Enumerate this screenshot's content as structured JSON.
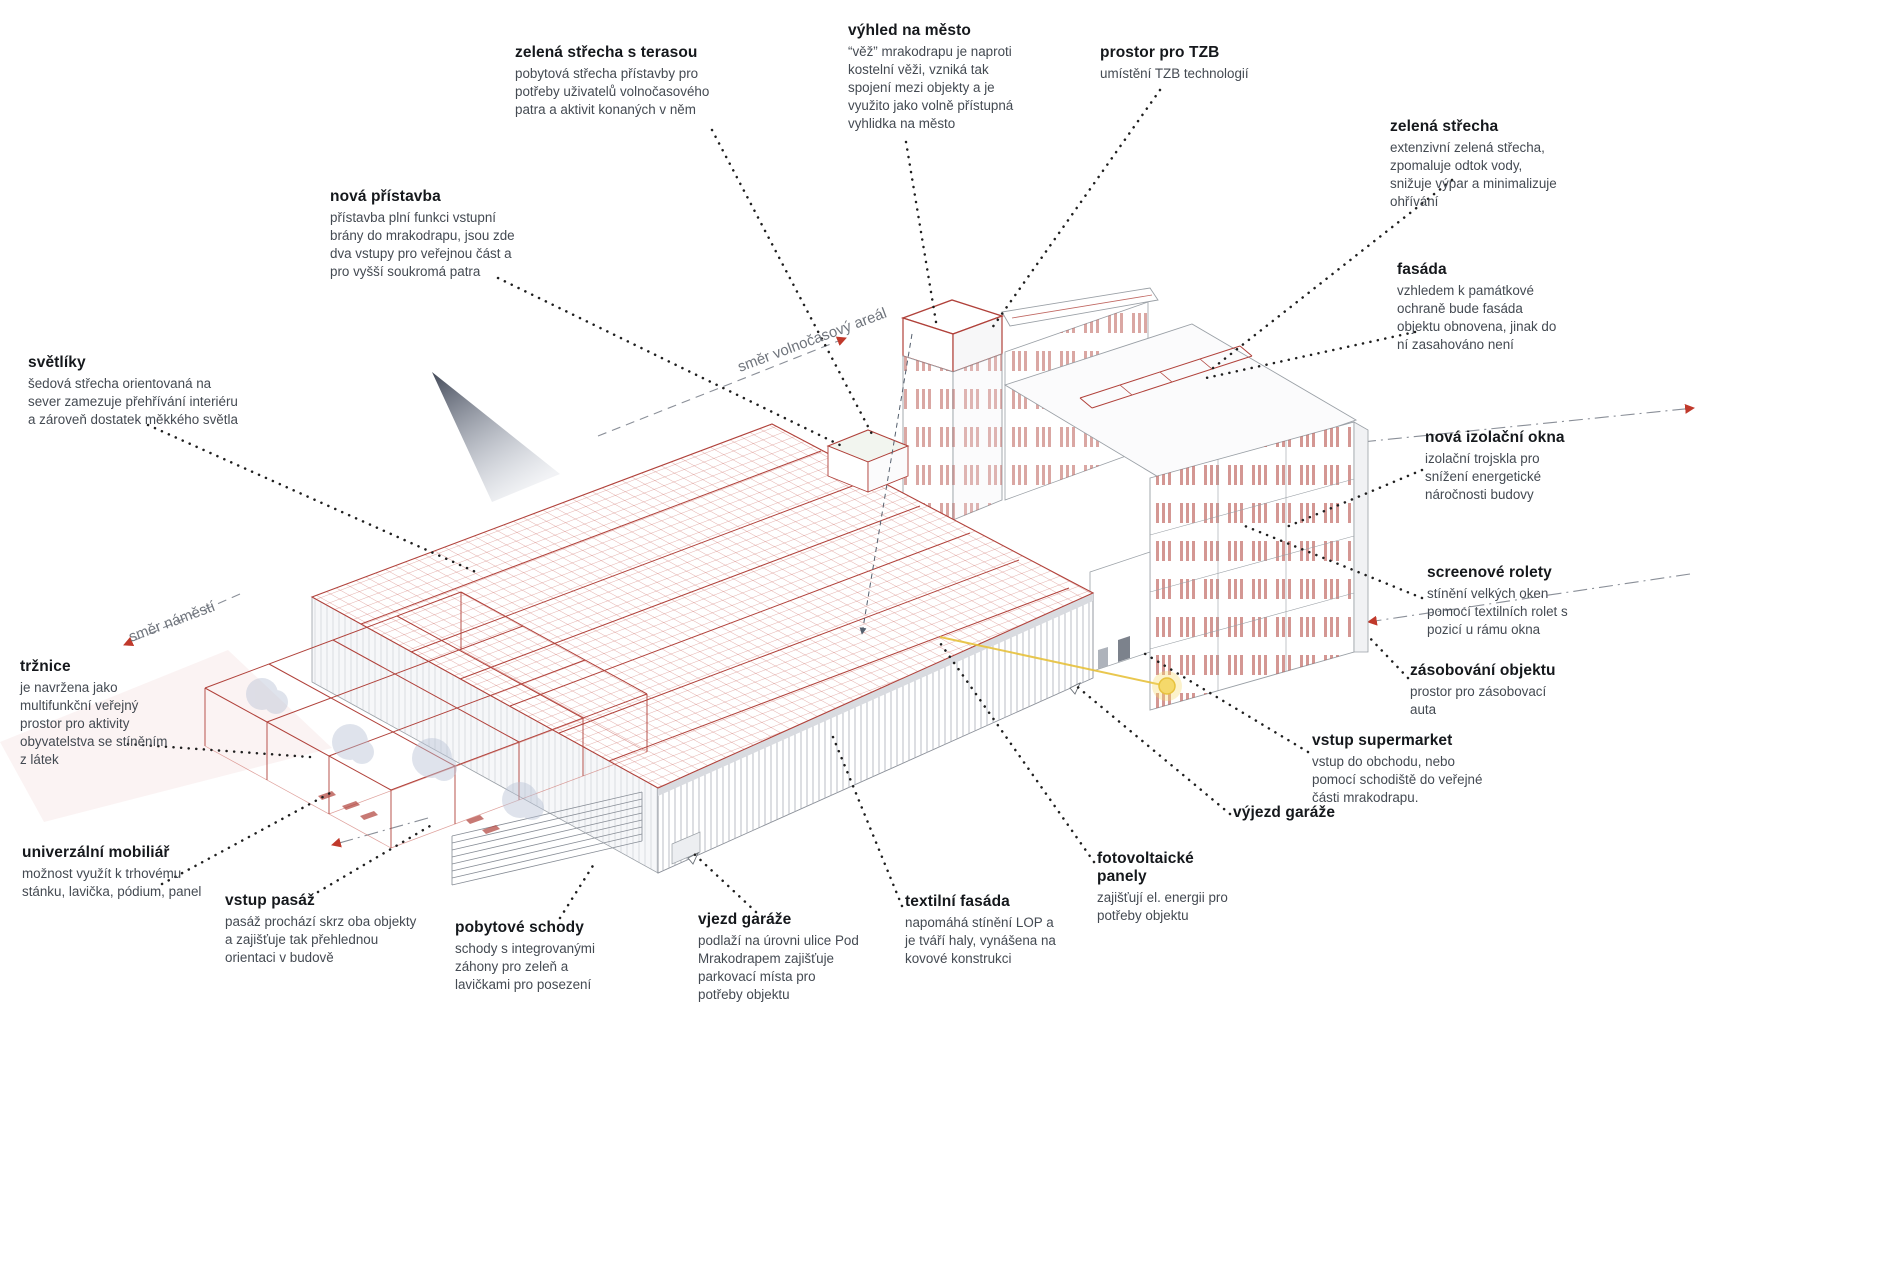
{
  "diagram": {
    "direction_labels": {
      "volnocasovy": "směr volnočasový areál",
      "namesti": "směr náměstí"
    },
    "accent_colors": {
      "structure_red": "#b0413a",
      "arrow_red": "#c0392b",
      "leader_black": "#1f1f1f",
      "sun_yellow": "#e7c23c",
      "outline_gray": "#9aa0a6"
    }
  },
  "annotations": {
    "svetliky": {
      "title": "světlíky",
      "body": "šedová střecha orientovaná na sever zamezuje přehřívání interiéru a zároveň dostatek měkkého světla"
    },
    "nova_pristavba": {
      "title": "nová přístavba",
      "body": "přístavba plní funkci vstupní brány do mrakodrapu, jsou zde dva vstupy pro veřejnou část a pro vyšší soukromá patra"
    },
    "zelena_strecha_terasa": {
      "title": "zelená střecha s terasou",
      "body": "pobytová střecha přístavby pro potřeby uživatelů volnočasového patra a aktivit konaných v něm"
    },
    "vyhled_na_mesto": {
      "title": "výhled na město",
      "body": "“věž” mrakodrapu je naproti kostelní věži, vzniká tak spojení mezi objekty a je využito jako volně přístupná vyhlidka na město"
    },
    "prostor_tzb": {
      "title": "prostor pro TZB",
      "body": "umístění TZB technologií"
    },
    "zelena_strecha": {
      "title": "zelená střecha",
      "body": "extenzivní zelená střecha, zpomaluje odtok vody, snižuje výpar a minimalizuje ohřívání"
    },
    "fasada": {
      "title": "fasáda",
      "body": "vzhledem k památkové ochraně bude fasáda objektu obnovena, jinak do ní zasahováno není"
    },
    "nova_izolacni_okna": {
      "title": "nová izolační okna",
      "body": "izolační trojskla pro snížení energetické náročnosti budovy"
    },
    "screenove_rolety": {
      "title": "screenové rolety",
      "body": "stínění velkých oken pomocí textilních rolet s pozicí u rámu okna"
    },
    "zasobovani": {
      "title": "zásobování objektu",
      "body": "prostor pro zásobovací auta"
    },
    "vstup_supermarket": {
      "title": "vstup supermarket",
      "body": "vstup do obchodu, nebo pomocí schodiště do veřejné části mrakodrapu."
    },
    "vyjezd_garaze": {
      "title": "výjezd garáže",
      "body": ""
    },
    "fotovoltaicke_panely": {
      "title": "fotovoltaické panely",
      "body": "zajišťují el. energii pro potřeby objektu"
    },
    "textilni_fasada": {
      "title": "textilní fasáda",
      "body": "napomáhá stínění LOP a je tváří haly, vynášena na kovové konstrukci"
    },
    "vjezd_garaze": {
      "title": "vjezd garáže",
      "body": "podlaží na úrovni ulice Pod Mrakodrapem zajišťuje parkovací místa pro potřeby objektu"
    },
    "pobytove_schody": {
      "title": "pobytové schody",
      "body": "schody s integrovanými záhony pro zeleň a lavičkami pro posezení"
    },
    "vstup_pasaz": {
      "title": "vstup pasáž",
      "body": "pasáž prochází skrz oba objekty a zajišťuje tak přehlednou orientaci v budově"
    },
    "univerzalni_mobiliar": {
      "title": "univerzální mobiliář",
      "body": "možnost využít k trhovému stánku, lavička, pódium, panel"
    },
    "trznice": {
      "title": "tržnice",
      "body": "je navržena jako multifunkční veřejný prostor pro aktivity obyvatelstva se stíněním z látek"
    }
  }
}
